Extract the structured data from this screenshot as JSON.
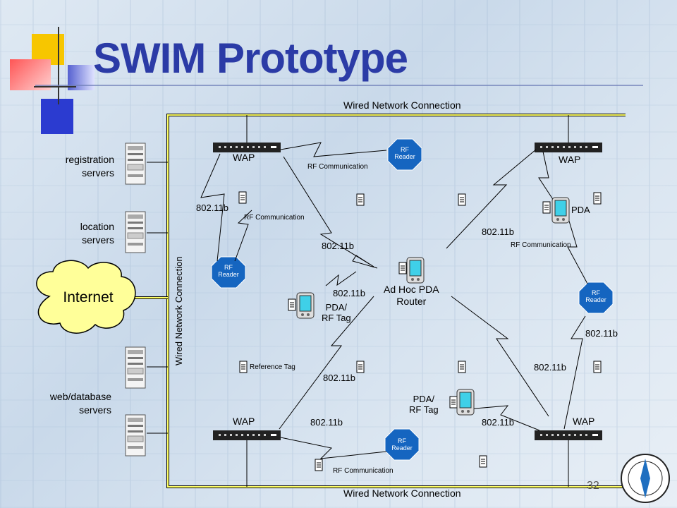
{
  "slide": {
    "title": "SWIM Prototype",
    "page_number": "32"
  },
  "wired": {
    "top": "Wired Network Connection",
    "bottom": "Wired Network Connection",
    "left": "Wired Network Connection"
  },
  "servers": {
    "registration": "registration\nservers",
    "location": "location\nservers",
    "webdb": "web/database\nservers"
  },
  "internet": "Internet",
  "nodes": {
    "wap": "WAP",
    "rf_reader": "RF\nReader",
    "pda": "PDA",
    "pda_rf_tag": "PDA/\nRF Tag",
    "router": "Ad Hoc PDA\nRouter",
    "reference_tag": "Reference Tag"
  },
  "links": {
    "rf_comm": "RF Communication",
    "wifi": "802.11b"
  },
  "colors": {
    "title": "#2b3ba6",
    "reader": "#1565c0",
    "cable": "#ffff66",
    "cloud": "#ffff99"
  }
}
